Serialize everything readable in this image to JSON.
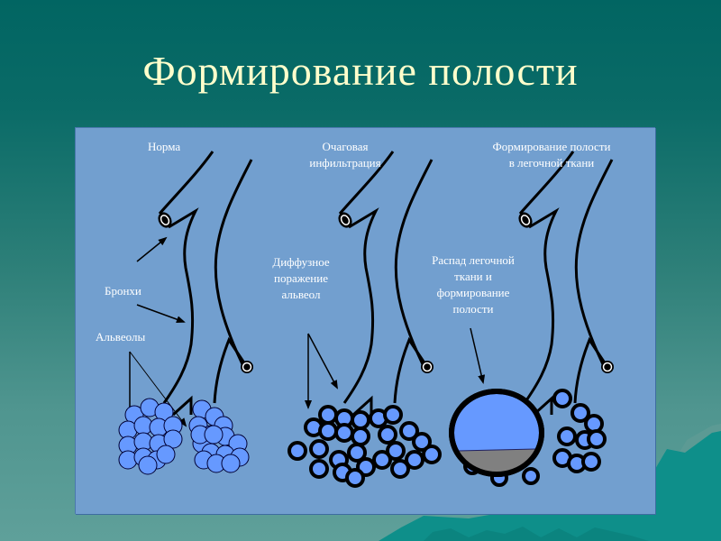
{
  "slide": {
    "title": "Формирование полости",
    "colors": {
      "background_top": "#016562",
      "background_bottom": "#5fa09a",
      "title_text": "#ffffcc",
      "panel": "#729fcf",
      "alveolus_fill": "#6699ff",
      "fluid_gray": "#808080",
      "outline": "#000000"
    }
  },
  "panel": {
    "stages": [
      {
        "heading": "Норма"
      },
      {
        "heading_line1": "Очаговая",
        "heading_line2": "инфильтрация"
      },
      {
        "heading_line1": "Формирование полости",
        "heading_line2": "в легочной ткани"
      }
    ],
    "labels": {
      "bronchi": "Бронхи",
      "alveoli": "Альвеолы",
      "diffuse_line1": "Диффузное",
      "diffuse_line2": "поражение",
      "diffuse_line3": "альвеол",
      "decay_line1": "Распад легочной",
      "decay_line2": "ткани и",
      "decay_line3": "формирование",
      "decay_line4": "полости"
    }
  }
}
